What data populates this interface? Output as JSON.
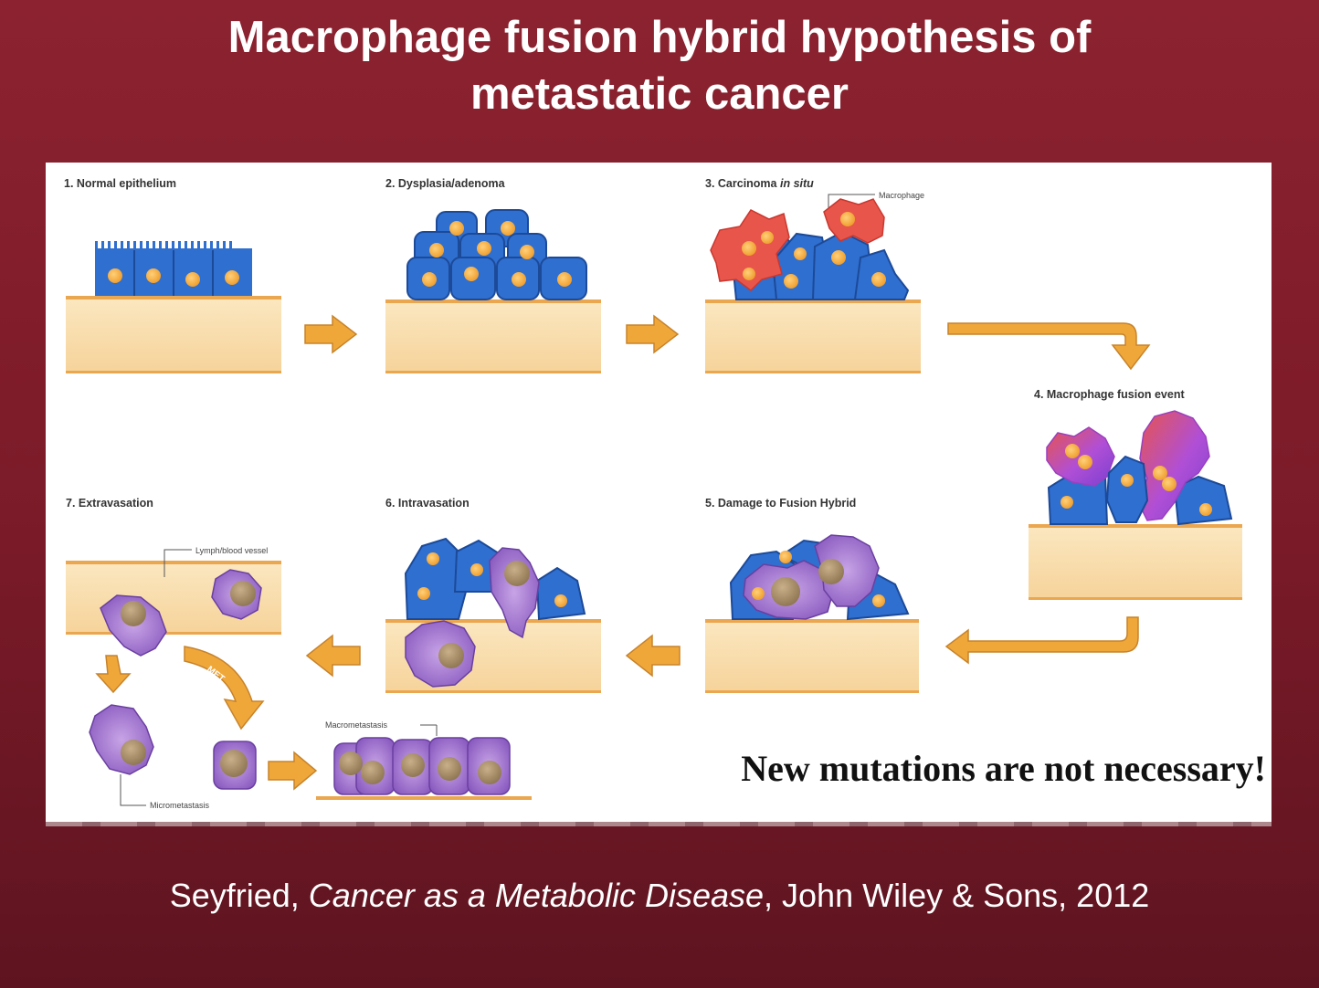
{
  "title_line1": "Macrophage fusion hybrid hypothesis of",
  "title_line2": "metastatic cancer",
  "steps": {
    "s1": "1. Normal epithelium",
    "s2": "2. Dysplasia/adenoma",
    "s3_prefix": "3. Carcinoma ",
    "s3_italic": "in situ",
    "s4": "4. Macrophage fusion event",
    "s5": "5. Damage to Fusion Hybrid",
    "s6": "6. Intravasation",
    "s7": "7. Extravasation"
  },
  "annotations": {
    "macrophage": "Macrophage",
    "vessel": "Lymph/blood vessel",
    "met": "MET",
    "micrometastasis": "Micrometastasis",
    "macrometastasis": "Macrometastasis"
  },
  "callout": "New mutations are not necessary!",
  "citation": {
    "author": "Seyfried, ",
    "work": "Cancer as a Metabolic Disease",
    "rest": ", John Wiley & Sons, 2012"
  },
  "colors": {
    "background": "#8c2230",
    "epithelial_cell": "#2f6fd0",
    "macrophage": "#e8554a",
    "hybrid": "#9b5fc9",
    "tissue": "#f7dca8",
    "arrow": "#f0a73a"
  }
}
